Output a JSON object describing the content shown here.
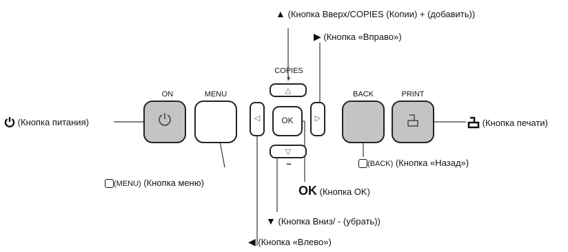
{
  "buttons": {
    "on": {
      "top_label": "ON"
    },
    "menu": {
      "top_label": "MENU"
    },
    "copies": {
      "top_label": "COPIES",
      "plus": "+",
      "minus": "–"
    },
    "ok": {
      "label": "OK"
    },
    "back": {
      "top_label": "BACK"
    },
    "print": {
      "top_label": "PRINT"
    }
  },
  "callouts": {
    "up": {
      "arrow": "▲",
      "text": "(Кнопка Вверх/COPIES (Копии) + (добавить))"
    },
    "right": {
      "arrow": "▶",
      "text": "(Кнопка «Вправо»)"
    },
    "power": {
      "text": "(Кнопка питания)"
    },
    "print": {
      "text": "(Кнопка печати)"
    },
    "back": {
      "code": "(BACK)",
      "text": "(Кнопка «Назад»)"
    },
    "menu": {
      "code": "(MENU)",
      "text": "(Кнопка меню)"
    },
    "ok": {
      "bold": "OK",
      "text": "(Кнопка OK)"
    },
    "down": {
      "arrow": "▼",
      "text": "(Кнопка Вниз/ - (убрать))"
    },
    "left": {
      "arrow": "◀",
      "text": "(Кнопка «Влево»)"
    }
  },
  "colors": {
    "button_fill": "#c4c4c4",
    "outline": "#222222",
    "line": "#333333"
  }
}
